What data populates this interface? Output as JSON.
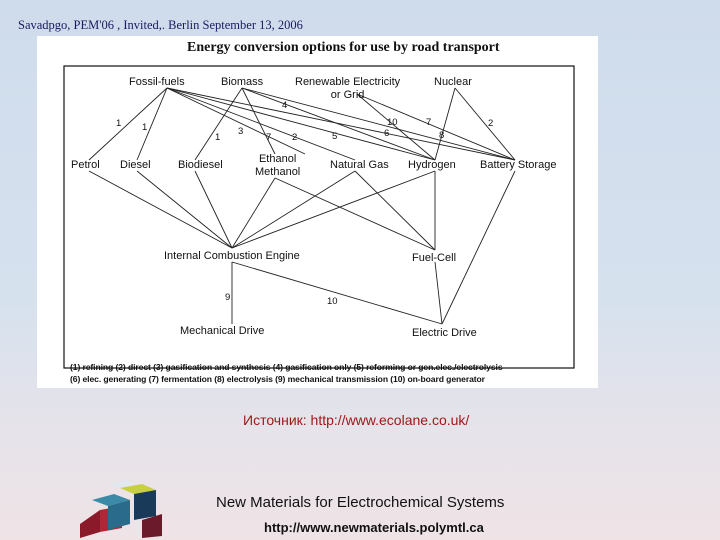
{
  "header_note": "Savadpgo, PEM'06 , Invited,. Berlin September 13, 2006",
  "figure": {
    "title": "Energy conversion options for use by road transport",
    "sources": {
      "fossil": "Fossil-fuels",
      "biomass": "Biomass",
      "renewable_line1": "Renewable Electricity",
      "renewable_line2": "or Grid",
      "nuclear": "Nuclear"
    },
    "carriers": {
      "petrol": "Petrol",
      "diesel": "Diesel",
      "biodiesel": "Biodiesel",
      "ethanol_line1": "Ethanol",
      "ethanol_line2": "Methanol",
      "natural_gas": "Natural Gas",
      "hydrogen": "Hydrogen",
      "battery": "Battery Storage"
    },
    "converters": {
      "ice": "Internal Combustion Engine",
      "fuel_cell": "Fuel-Cell"
    },
    "outputs": {
      "mechanical": "Mechanical Drive",
      "electric": "Electric Drive"
    },
    "edge_numbers": {
      "n1a": "1",
      "n1b": "1",
      "n1c": "1",
      "n3": "3",
      "n7": "7",
      "n2a": "2",
      "n4": "4",
      "n5": "5",
      "n6": "6",
      "n10a": "10",
      "n7b": "7",
      "n8": "8",
      "n2b": "2",
      "n9": "9",
      "n10b": "10"
    },
    "legend": {
      "line1": "(1) refining   (2) direct   (3) gasification and synthesis   (4) gasification only   (5) reforming or gen.elec./electrolysis",
      "line2": "(6) elec. generating   (7) fermentation   (8) electrolysis   (9) mechanical transmission   (10) on-board generator"
    }
  },
  "source_note": "Источник: http://www.ecolane.co.uk/",
  "footer": {
    "title": "New Materials for Electrochemical Systems",
    "url": "http://www.newmaterials.polymtl.ca"
  }
}
